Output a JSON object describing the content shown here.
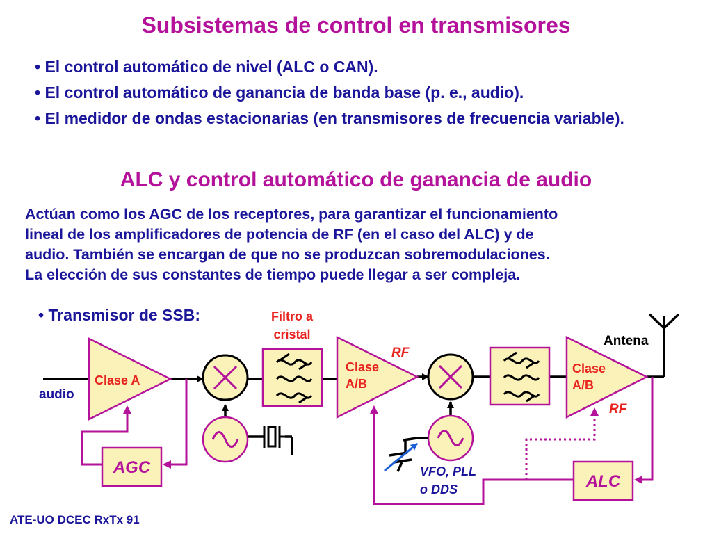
{
  "title": "Subsistemas de control en transmisores",
  "bullets": [
    "• El control automático de nivel (ALC o CAN).",
    "• El control automático de ganancia de banda base (p. e., audio).",
    "• El medidor de ondas estacionarias (en transmisores de frecuencia variable)."
  ],
  "subtitle": "ALC y control automático de ganancia de audio",
  "paragraph_lines": [
    "Actúan como los AGC de los receptores, para garantizar el funcionamiento",
    "lineal de los amplificadores de potencia de RF (en el caso del ALC) y de",
    "audio. También se encargan de que no se produzcan sobremodulaciones.",
    "La elección de sus constantes de tiempo puede llegar a ser compleja."
  ],
  "ssb_label": "• Transmisor de SSB:",
  "diagram": {
    "audio_label": "audio",
    "amp1_label": "Clase A",
    "filter_label_line1": "Filtro a",
    "filter_label_line2": "cristal",
    "amp2_label_line1": "Clase",
    "amp2_label_line2": "A/B",
    "rf_label_1": "RF",
    "amp3_label_line1": "Clase",
    "amp3_label_line2": "A/B",
    "rf_label_2": "RF",
    "antenna_label": "Antena",
    "agc_label": "AGC",
    "alc_label": "ALC",
    "vfo_label_line1": "VFO, PLL",
    "vfo_label_line2": "o DDS",
    "colors": {
      "block_fill": "#fbf2b9",
      "wire": "#000000",
      "mixer_stroke": "#b4129a",
      "feedback": "#b4129a",
      "label_red": "#e8241f",
      "text_blue": "#1a1599",
      "varicap_arrow": "#1a5fd6"
    }
  },
  "footer": "ATE-UO DCEC RxTx 91"
}
